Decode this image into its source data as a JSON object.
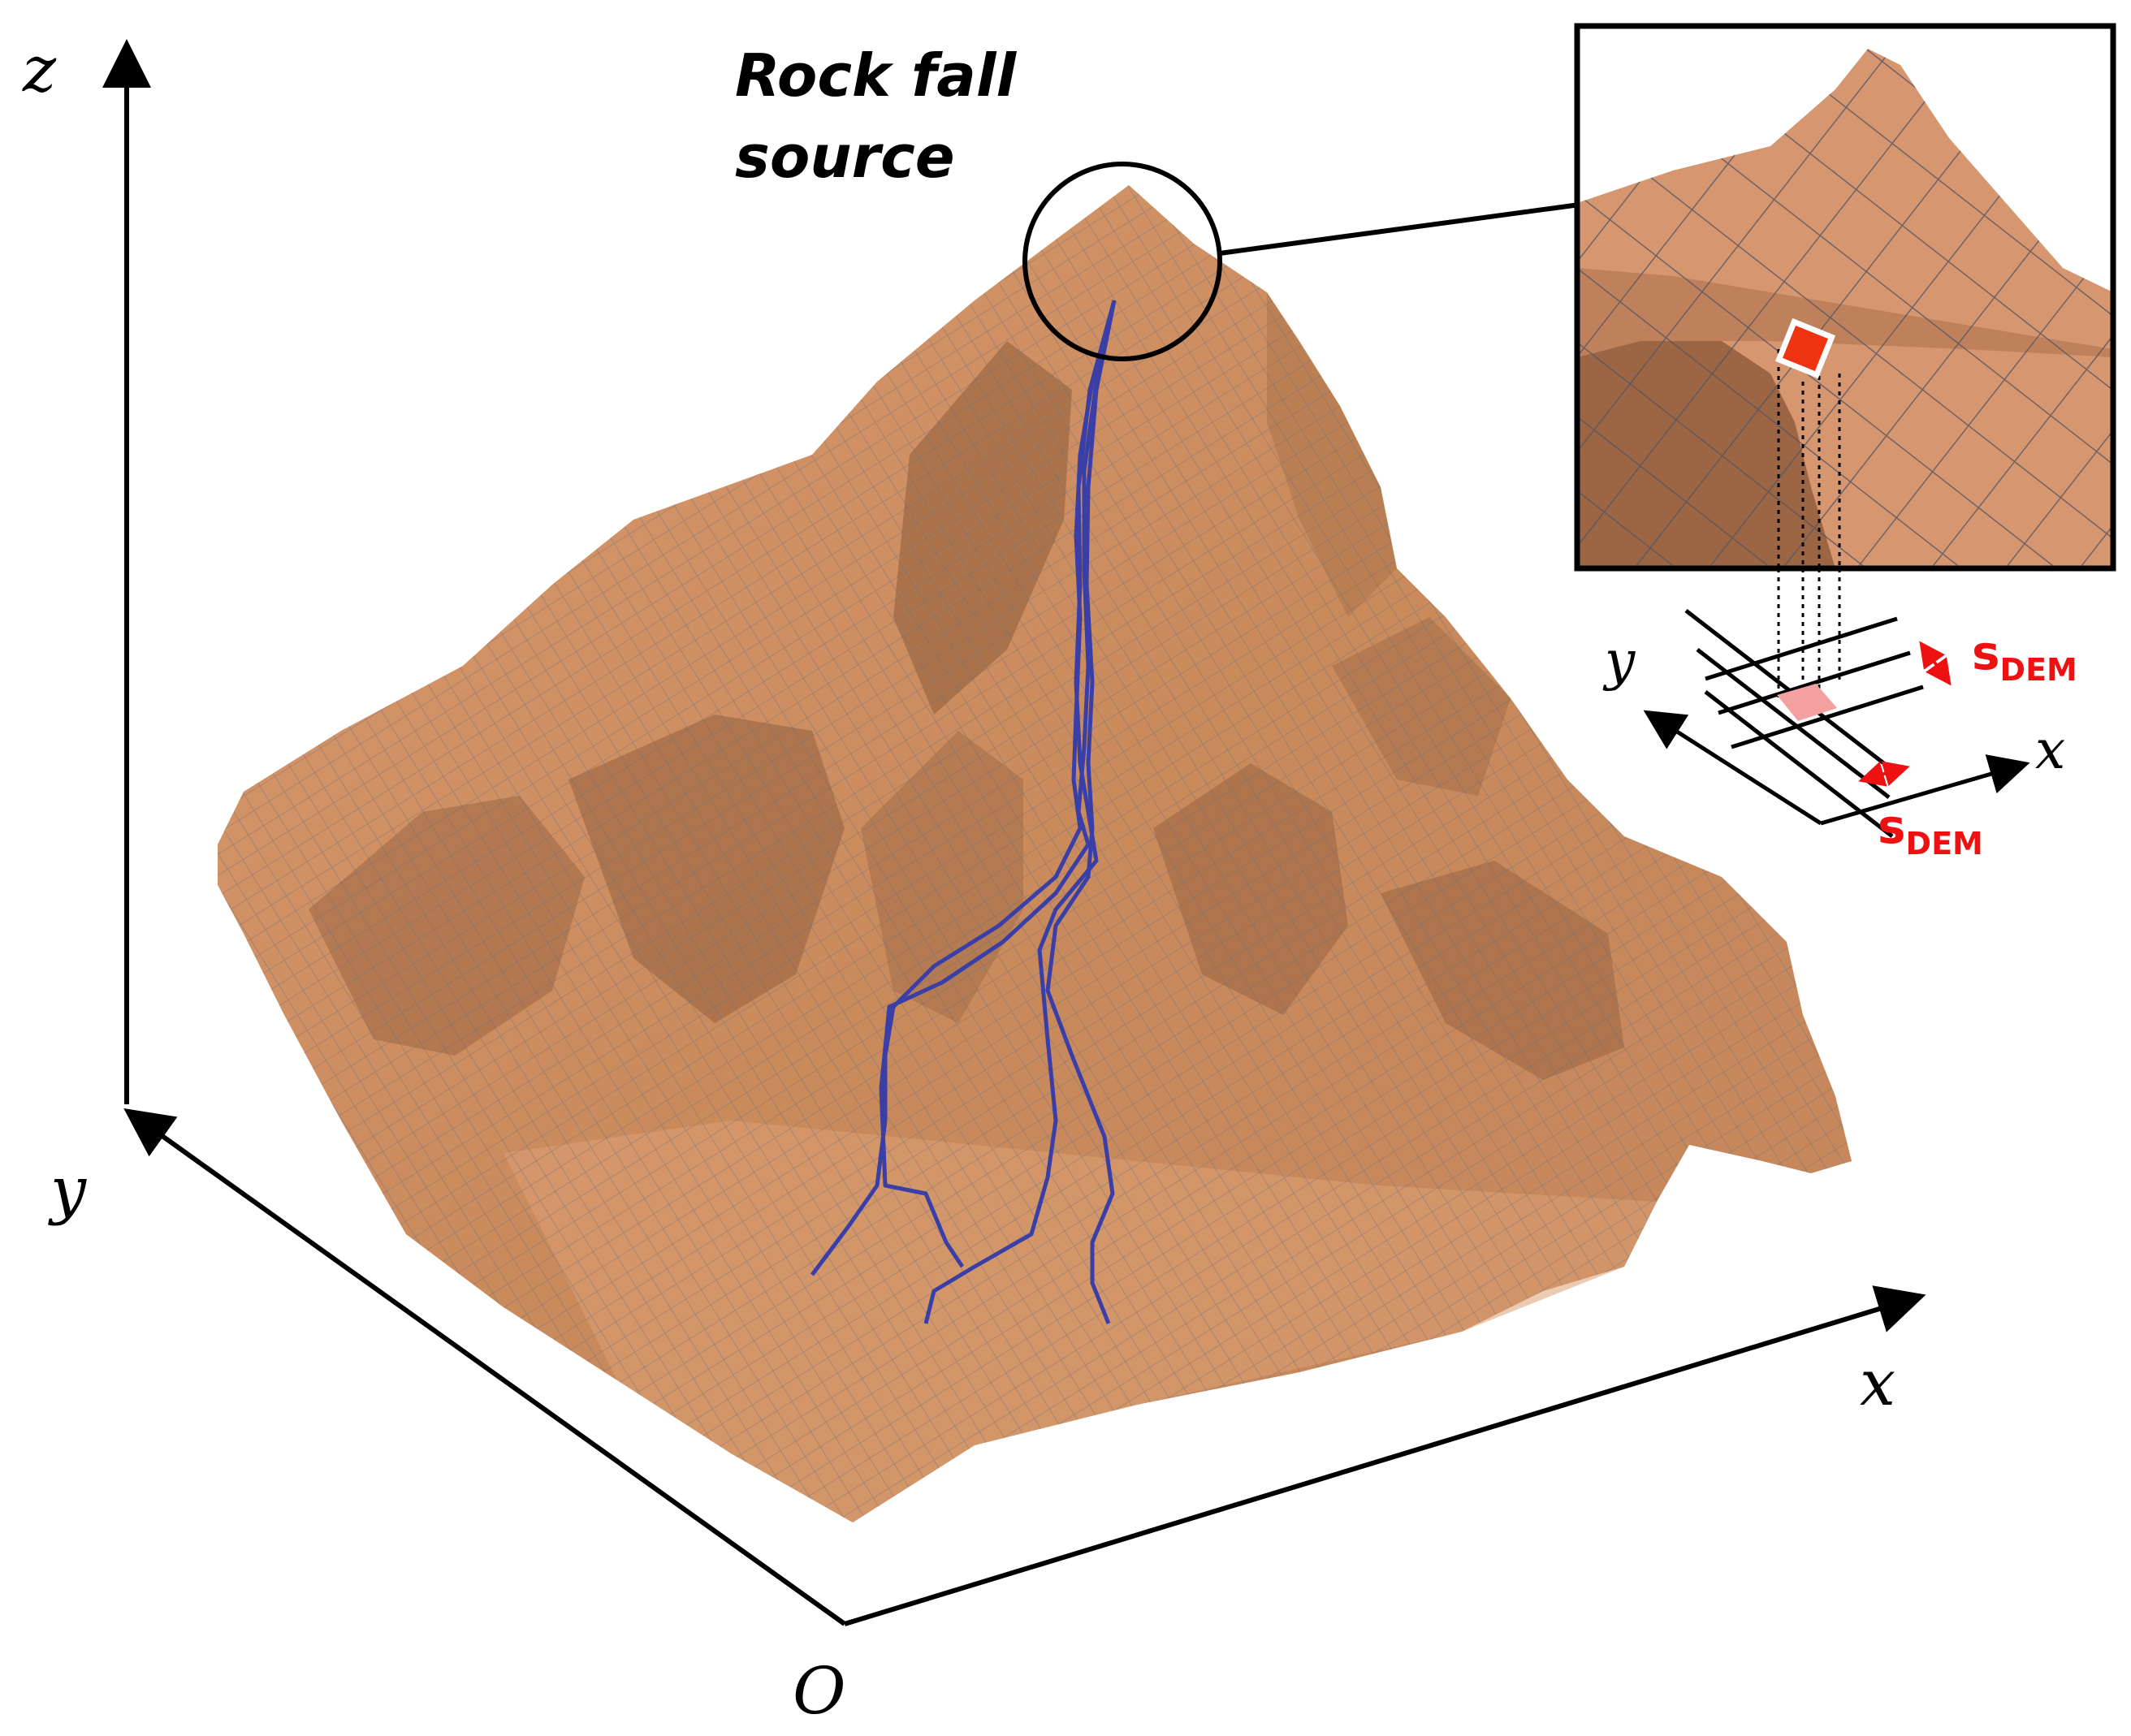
{
  "axes": {
    "z_label": "z",
    "y_label": "y",
    "x_label": "x",
    "origin_label": "O"
  },
  "annotation": {
    "line1": "Rock fall",
    "line2": "source"
  },
  "inset_axes": {
    "y_label": "y",
    "x_label": "x"
  },
  "cell_size": {
    "base": "s",
    "subscript": "DEM"
  },
  "colors": {
    "terrain": "#c98a5c",
    "terrain_light": "#dea07a",
    "terrain_shadow": "#8e5c3b",
    "mesh": "#6f6f78",
    "trajectory": "#3a3fa8",
    "highlight_cell": "#ee3311",
    "dem_cell": "#f4a0a0",
    "dimension_arrows": "#ee1111"
  },
  "trajectory_count": 4
}
